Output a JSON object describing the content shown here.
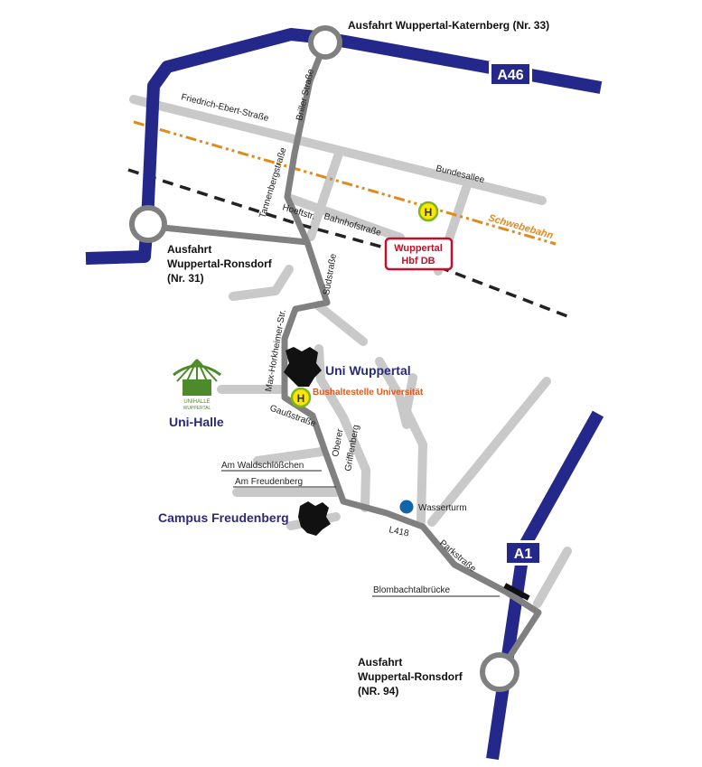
{
  "colors": {
    "highway": "#24288a",
    "route": "#808080",
    "street": "#c9c9c9",
    "schwebebahn": "#e08a1e",
    "railway": "#222222",
    "station": "#c2102c",
    "halt_fill": "#ffe600",
    "halt_stroke": "#7db51f",
    "uni_green": "#4d8a2a",
    "accent_orange": "#e05a1a",
    "water": "#1166aa"
  },
  "highways": {
    "a46": "A46",
    "a1": "A1"
  },
  "exits": {
    "katernberg": "Ausfahrt Wuppertal-Katernberg (Nr. 33)",
    "ronsdorf_north": [
      "Ausfahrt",
      "Wuppertal-Ronsdorf",
      "(Nr. 31)"
    ],
    "ronsdorf_south": [
      "Ausfahrt",
      "Wuppertal-Ronsdorf",
      "(NR. 94)"
    ]
  },
  "streets": {
    "friedrich_ebert": "Friedrich-Ebert-Straße",
    "briller": "Briller Straße",
    "bundesallee": "Bundesallee",
    "tannenberg": "Tannenbergstraße",
    "hoeftstr": "Hoeftstr.",
    "bahnhof": "Bahnhofstraße",
    "schwebebahn": "Schwebebahn",
    "sued": "Südstraße",
    "max_horkheimer": "Max-Horkheimer-Str.",
    "gauss": "Gaußstraße",
    "oberer_grifflenberg": [
      "Oberer",
      "Grifflenberg"
    ],
    "waldschloesschen": "Am Waldschlößchen",
    "freudenberg": "Am Freudenberg",
    "l418": "L418",
    "park": "Parkstraße",
    "blombachtal": "Blombachtalbrücke"
  },
  "places": {
    "station": [
      "Wuppertal",
      "Hbf  DB"
    ],
    "halt_symbol": "H",
    "uni": "Uni Wuppertal",
    "bus_stop": "Bushaltestelle Universität",
    "uni_halle": "Uni-Halle",
    "uni_halle_logo": [
      "UNIHALLE",
      "WUPPERTAL"
    ],
    "campus": "Campus Freudenberg",
    "wasserturm": "Wasserturm"
  }
}
